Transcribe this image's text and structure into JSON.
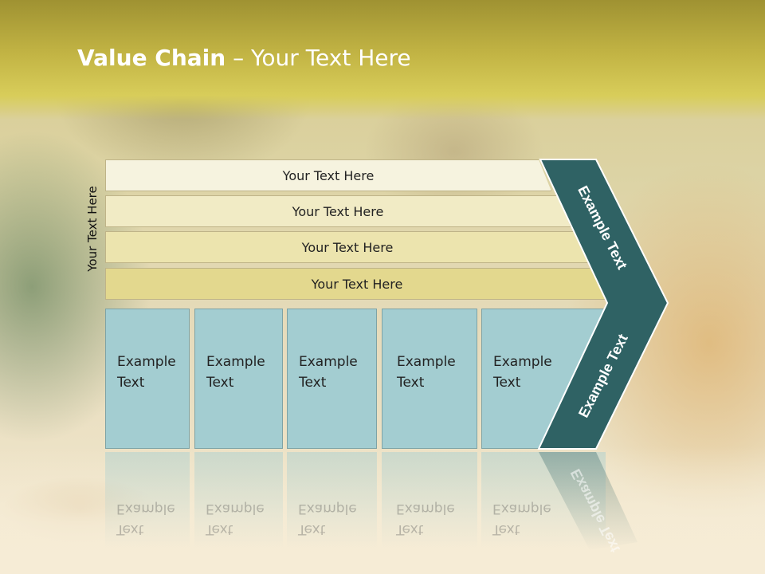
{
  "slide": {
    "title_bold": "Value Chain",
    "title_rest": " – Your Text Here",
    "side_label": "Your Text Here"
  },
  "bands": [
    {
      "label": "Your Text Here",
      "fill": "#f6f3df"
    },
    {
      "label": "Your Text Here",
      "fill": "#f1ebc5"
    },
    {
      "label": "Your Text Here",
      "fill": "#ece4ae"
    },
    {
      "label": "Your Text Here",
      "fill": "#e3d88e"
    }
  ],
  "columns": [
    {
      "label_line1": "Example",
      "label_line2": "Text"
    },
    {
      "label_line1": "Example",
      "label_line2": "Text"
    },
    {
      "label_line1": "Example",
      "label_line2": "Text"
    },
    {
      "label_line1": "Example",
      "label_line2": "Text"
    },
    {
      "label_line1": "Example",
      "label_line2": "Text"
    }
  ],
  "chevron": {
    "upper_label": "Example Text",
    "lower_label": "Example Text",
    "fill": "#2f6264"
  },
  "colors": {
    "column_fill": "#a3cdd1",
    "title_text": "#ffffff",
    "header_band": "#c2b444"
  }
}
